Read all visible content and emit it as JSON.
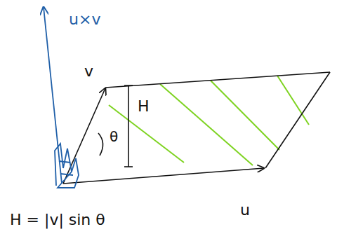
{
  "diagram": {
    "labels": [
      "u×v",
      "v",
      "H",
      "θ",
      "u",
      "H = |v| sin θ"
    ]
  }
}
